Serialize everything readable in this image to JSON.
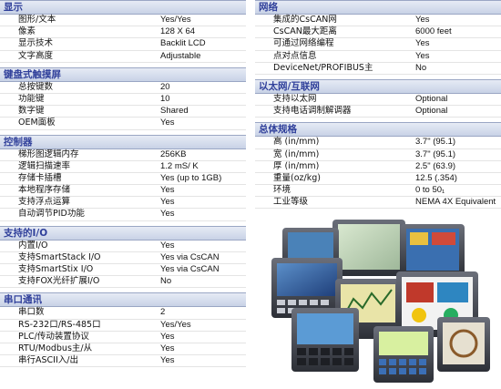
{
  "left": [
    {
      "title": "显示",
      "rows": [
        [
          "图形/文本",
          "Yes/Yes"
        ],
        [
          "像素",
          "128 X 64"
        ],
        [
          "显示技术",
          "Backlit LCD"
        ],
        [
          "文字高度",
          "Adjustable"
        ]
      ]
    },
    {
      "title": "键盘式触摸屏",
      "rows": [
        [
          "总按键数",
          "20"
        ],
        [
          "功能键",
          "10"
        ],
        [
          "数字键",
          "Shared"
        ],
        [
          "OEM面板",
          "Yes"
        ]
      ]
    },
    {
      "title": "控制器",
      "rows": [
        [
          "梯形图逻辑内存",
          "256KB"
        ],
        [
          "逻辑扫描速率",
          "1.2 mS/ K"
        ],
        [
          "存储卡插槽",
          "Yes (up to 1GB)"
        ],
        [
          "本地程序存储",
          "Yes"
        ],
        [
          "支持浮点运算",
          "Yes"
        ],
        [
          "自动调节PID功能",
          "Yes"
        ]
      ]
    },
    {
      "title": "支持的I/O",
      "rows": [
        [
          "内置I/O",
          "Yes"
        ],
        [
          "支持SmartStack I/O",
          "Yes via CsCAN"
        ],
        [
          "支持SmartStix I/O",
          "Yes via CsCAN"
        ],
        [
          "支持FOX光纤扩展I/O",
          "No"
        ]
      ]
    },
    {
      "title": "串口通讯",
      "rows": [
        [
          "串口数",
          "2"
        ],
        [
          "RS-232口/RS-485口",
          "Yes/Yes"
        ],
        [
          "PLC/传动装置协议",
          "Yes"
        ],
        [
          "RTU/Modbus主/从",
          "Yes"
        ],
        [
          "串行ASCII入/出",
          "Yes"
        ]
      ]
    }
  ],
  "right": [
    {
      "title": "网络",
      "rows": [
        [
          "集成的CsCAN网",
          "Yes"
        ],
        [
          "CsCAN最大距离",
          "6000 feet"
        ],
        [
          "可通过网络编程",
          "Yes"
        ],
        [
          "点对点信息",
          "Yes"
        ],
        [
          "DeviceNet/PROFIBUS主",
          "No"
        ]
      ]
    },
    {
      "title": "以太网/互联网",
      "rows": [
        [
          "支持以太网",
          "Optional"
        ],
        [
          "支持电话调制解调器",
          "Optional"
        ]
      ]
    },
    {
      "title": "总体规格",
      "rows": [
        [
          "高 (in/mm)",
          "3.7\" (95.1)"
        ],
        [
          "宽 (in/mm)",
          "3.7\" (95.1)"
        ],
        [
          "厚 (in/mm)",
          "2.5\" (63.9)"
        ],
        [
          "重量(oz/kg)",
          "12.5 (.354)"
        ],
        [
          "环境",
          "0 to 50₁"
        ],
        [
          "工业等级",
          "NEMA 4X Equivalent"
        ]
      ]
    }
  ]
}
